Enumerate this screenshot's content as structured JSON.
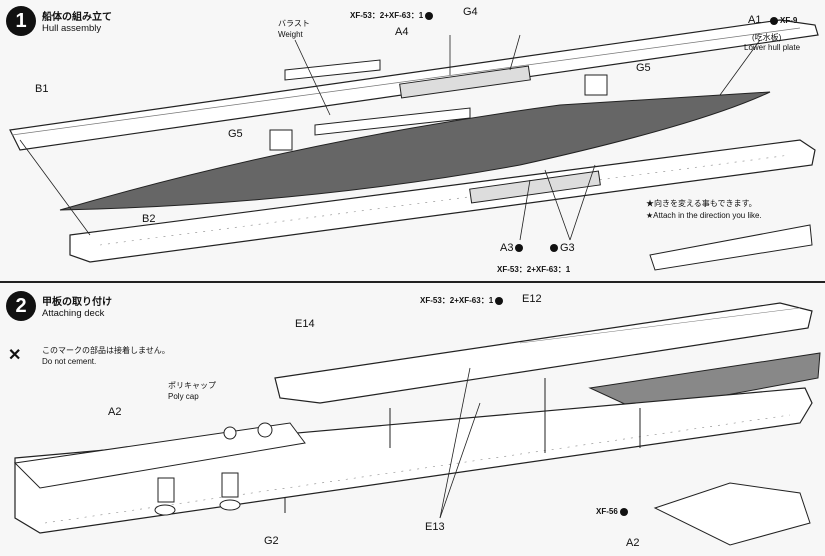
{
  "step1": {
    "number": "1",
    "title_jp": "船体の組み立て",
    "title_en": "Hull assembly",
    "weight_jp": "バラスト",
    "weight_en": "Weight",
    "paint_g4": "XF-53：2+XF-63：1",
    "paint_a1": "XF-9",
    "a1_jp": "(吃水板)",
    "a1_en": "Lower hull plate",
    "paint_g3": "XF-53：2+XF-63：1",
    "note_jp": "★向きを変える事もできます。",
    "note_en": "★Attach in the direction you like.",
    "parts": {
      "g4": "G4",
      "a4": "A4",
      "a1": "A1",
      "g5a": "G5",
      "b1": "B1",
      "g5b": "G5",
      "b2": "B2",
      "a3": "A3",
      "g3": "G3"
    }
  },
  "step2": {
    "number": "2",
    "title_jp": "甲板の取り付け",
    "title_en": "Attaching deck",
    "nocement_jp": "このマークの部品は接着しません。",
    "nocement_en": "Do not cement.",
    "polycap_jp": "ポリキャップ",
    "polycap_en": "Poly cap",
    "paint_e12": "XF-53：2+XF-63：1",
    "paint_a2": "XF-56",
    "parts": {
      "e12": "E12",
      "e14": "E14",
      "a2": "A2",
      "e13": "E13",
      "g2": "G2",
      "a2b": "A2"
    }
  }
}
